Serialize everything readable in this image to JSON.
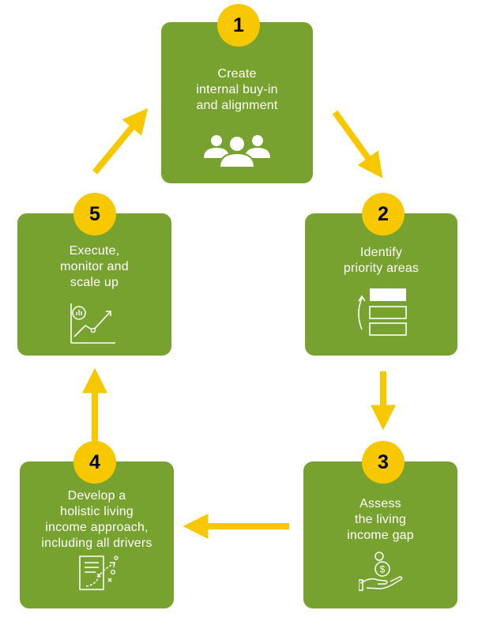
{
  "colors": {
    "box": "#78a22f",
    "badge": "#f7c800",
    "arrow": "#f7c800",
    "icon": "#ffffff"
  },
  "steps": [
    {
      "number": "1",
      "title": "Create\ninternal buy-in\nand alignment",
      "icon": "people-group-icon"
    },
    {
      "number": "2",
      "title": "Identify\npriority areas",
      "icon": "priority-stack-icon"
    },
    {
      "number": "3",
      "title": "Assess\nthe living\nincome gap",
      "icon": "hand-coins-icon"
    },
    {
      "number": "4",
      "title": "Develop a\nholistic living\nincome approach,\nincluding all drivers",
      "icon": "strategy-board-icon"
    },
    {
      "number": "5",
      "title": "Execute,\nmonitor and\nscale up",
      "icon": "growth-chart-icon"
    }
  ]
}
